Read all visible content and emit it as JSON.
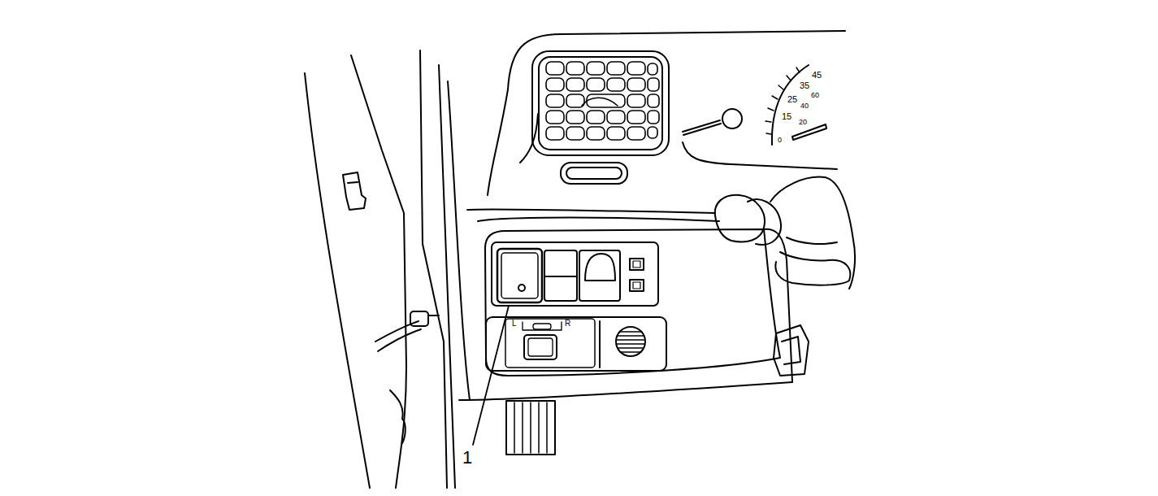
{
  "diagram": {
    "labels": [
      "1",
      "45",
      "35",
      "60",
      "25",
      "40",
      "15",
      "20",
      "0",
      "L",
      "R"
    ]
  }
}
